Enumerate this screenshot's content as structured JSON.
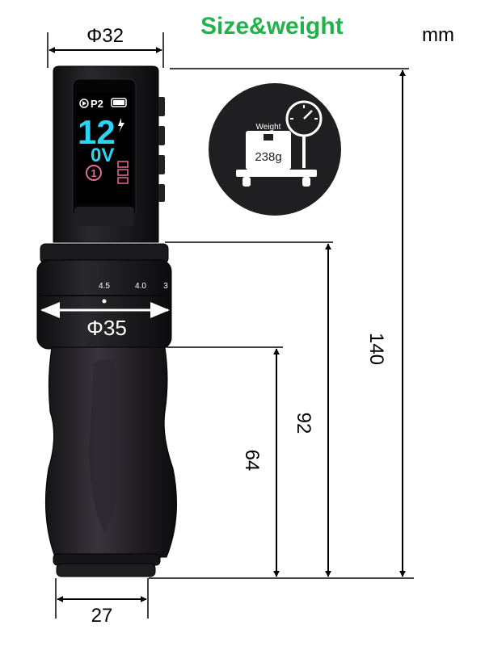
{
  "header": {
    "title": "Size&weight",
    "unit": "mm"
  },
  "dimensions": {
    "top_diameter": "Φ32",
    "middle_diameter": "Φ35",
    "bottom_diameter": "27",
    "total_height": "140",
    "upper_height": "92",
    "grip_height": "64"
  },
  "weight_badge": {
    "label": "Weight",
    "value": "238g"
  },
  "device_screen": {
    "mode": "P2",
    "voltage_main": "12",
    "voltage_unit": "0V",
    "circle_number": "1"
  },
  "dial_scale": {
    "marks": [
      "4.5",
      "4.0",
      "3"
    ]
  },
  "colors": {
    "title": "#22b24c",
    "body": "#1c1c1e",
    "screen_cyan": "#2bd3f5",
    "screen_pink": "#e36b9a"
  }
}
